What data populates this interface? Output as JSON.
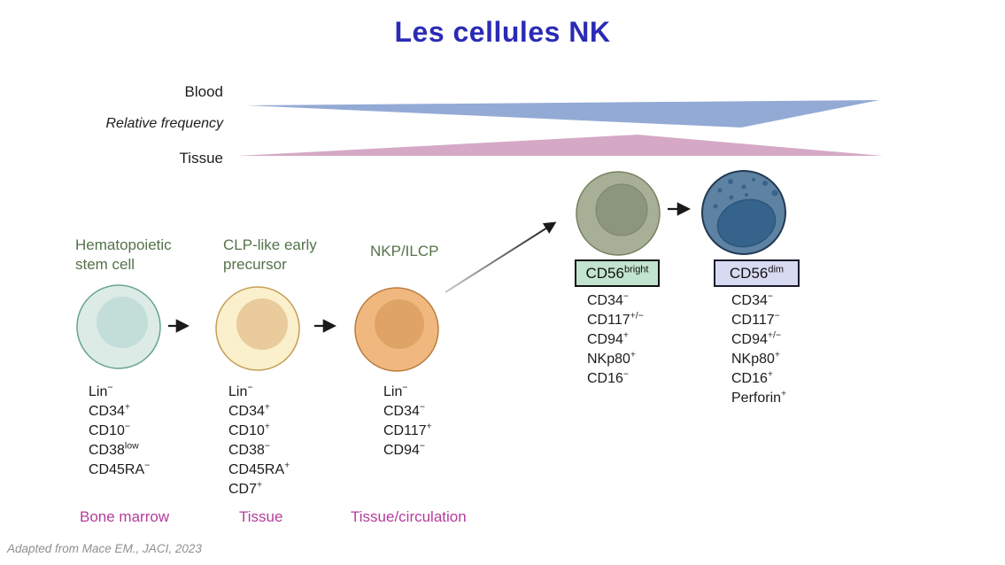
{
  "title": "Les cellules NK",
  "palette": {
    "title_color": "#2b2bb5",
    "stage_name_color": "#55724a",
    "location_color": "#b53c9c",
    "marker_text_color": "#1b1b1b",
    "arrow_color": "#1a1a1a",
    "attribution_color": "#8f8f8f"
  },
  "frequency": {
    "blood": "Blood",
    "label": "Relative frequency",
    "tissue": "Tissue",
    "blood_band_color": "#93aad5",
    "tissue_band_color": "#d5a9c6"
  },
  "stages": [
    {
      "name_lines": [
        "Hematopoietic",
        "stem cell"
      ],
      "cell": {
        "fill": "#dcebe6",
        "stroke": "#68a295",
        "nucleus_fill": "#c3ded8"
      },
      "markers": [
        {
          "base": "Lin",
          "sup": "−"
        },
        {
          "base": "CD34",
          "sup": "+"
        },
        {
          "base": "CD10",
          "sup": "−"
        },
        {
          "base": "CD38",
          "sup": "low"
        },
        {
          "base": "CD45RA",
          "sup": "−"
        }
      ]
    },
    {
      "name_lines": [
        "CLP-like early",
        "precursor"
      ],
      "cell": {
        "fill": "#faf0cc",
        "stroke": "#c59e55",
        "nucleus_fill": "#e9cb9c"
      },
      "markers": [
        {
          "base": "Lin",
          "sup": "−"
        },
        {
          "base": "CD34",
          "sup": "+"
        },
        {
          "base": "CD10",
          "sup": "+"
        },
        {
          "base": "CD38",
          "sup": "−"
        },
        {
          "base": "CD45RA",
          "sup": "+"
        },
        {
          "base": "CD7",
          "sup": "+"
        }
      ]
    },
    {
      "name_lines": [
        "NKP/ILCP"
      ],
      "cell": {
        "fill": "#f0b87f",
        "stroke": "#ba7d40",
        "nucleus_fill": "#dfa366"
      },
      "markers": [
        {
          "base": "Lin",
          "sup": "−"
        },
        {
          "base": "CD34",
          "sup": "−"
        },
        {
          "base": "CD117",
          "sup": "+"
        },
        {
          "base": "CD94",
          "sup": "−"
        }
      ]
    },
    {
      "box": {
        "base": "CD56",
        "sup": "bright",
        "bg": "#c2e3cd"
      },
      "cell": {
        "fill": "#a7af97",
        "stroke": "#78815f",
        "nucleus_fill": "#8c957d",
        "nucleus_stroke": "#7c8568"
      },
      "markers": [
        {
          "base": "CD34",
          "sup": "−"
        },
        {
          "base": "CD117",
          "sup": "+/−"
        },
        {
          "base": "CD94",
          "sup": "+"
        },
        {
          "base": "NKp80",
          "sup": "+"
        },
        {
          "base": "CD16",
          "sup": "−"
        }
      ]
    },
    {
      "box": {
        "base": "CD56",
        "sup": "dim",
        "bg": "#d8daf2"
      },
      "cell": {
        "fill": "#5d82a2",
        "stroke": "#233a54",
        "nucleus_fill": "#35638b",
        "nucleus_stroke": "#2c567c",
        "granule_fill": "#3a6389"
      },
      "markers": [
        {
          "base": "CD34",
          "sup": "−"
        },
        {
          "base": "CD117",
          "sup": "−"
        },
        {
          "base": "CD94",
          "sup": "+/−"
        },
        {
          "base": "NKp80",
          "sup": "+"
        },
        {
          "base": "CD16",
          "sup": "+"
        },
        {
          "base": "Perforin",
          "sup": "+"
        }
      ]
    }
  ],
  "locations": [
    "Bone marrow",
    "Tissue",
    "Tissue/circulation"
  ],
  "attribution": "Adapted from Mace EM., JACI, 2023"
}
